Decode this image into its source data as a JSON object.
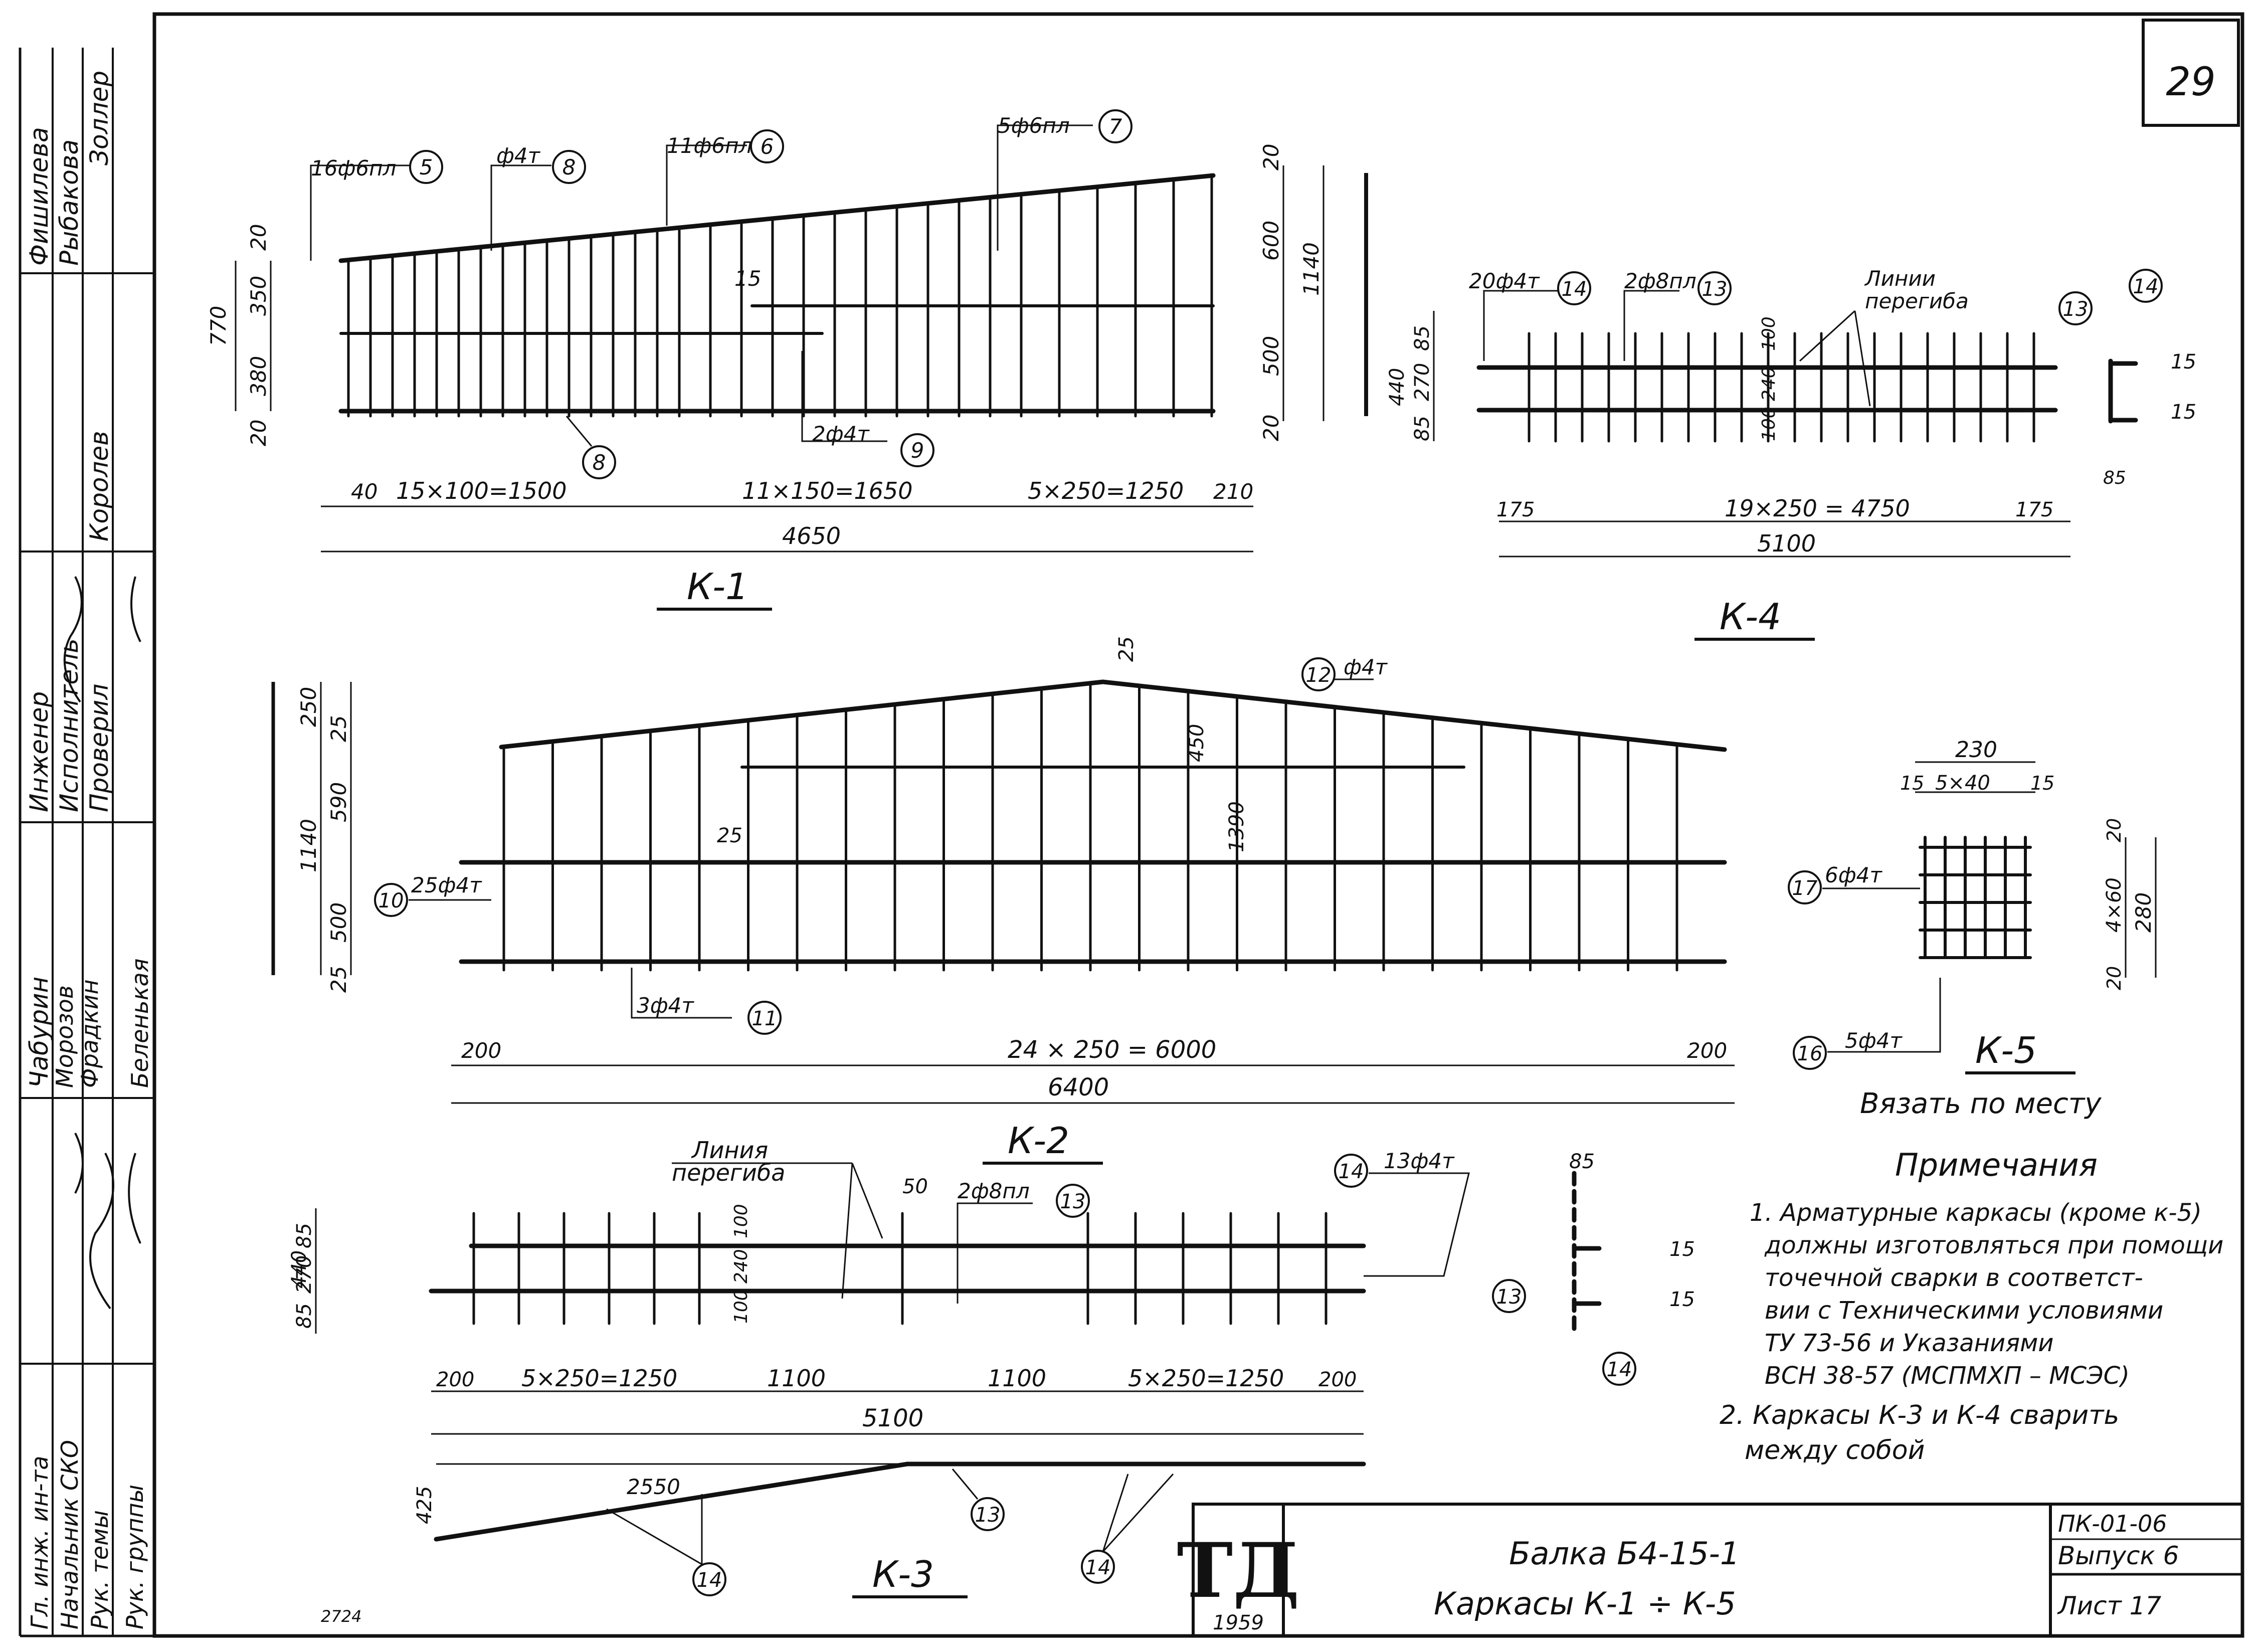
{
  "sheet_number": "29",
  "stamp": {
    "staff": [
      {
        "role": "Фишилева",
        "name": ""
      },
      {
        "role": "Рыбакова",
        "name": ""
      },
      {
        "role": "Золлер",
        "name": "Королев"
      }
    ],
    "roles_middle": [
      "Инженер",
      "Исполнитель",
      "Проверил"
    ],
    "names_middle": [
      "Чабурин",
      "Морозов",
      "Фрадкин",
      "Беленькая"
    ],
    "roles_bottom": [
      "Гл. инж. ин-та",
      "Начальник СКО",
      "Рук. темы",
      "Рук. группы"
    ]
  },
  "k1": {
    "title": "К-1",
    "callouts": [
      "16ф6пл",
      "ф4т",
      "11ф6пл",
      "5ф6пл",
      "2ф4т"
    ],
    "markers": [
      "5",
      "8",
      "6",
      "7",
      "8",
      "9"
    ],
    "left_dims": [
      "20",
      "350",
      "770",
      "380",
      "20"
    ],
    "right_dims": [
      "20",
      "600",
      "1140",
      "500",
      "20"
    ],
    "mid_dim": "15",
    "bottom_dims": [
      "40",
      "15×100=1500",
      "11×150=1650",
      "5×250=1250",
      "210"
    ],
    "total": "4650"
  },
  "k4": {
    "title": "К-4",
    "callouts": [
      "20ф4т",
      "2ф8пл",
      "Линии",
      "перегиба"
    ],
    "markers": [
      "14",
      "13",
      "13",
      "14"
    ],
    "left_dims": [
      "85",
      "270",
      "440",
      "85"
    ],
    "inner_dims": [
      "100",
      "240",
      "100"
    ],
    "detail_dims": [
      "15",
      "15",
      "85"
    ],
    "bottom_dims": [
      "175",
      "19×250 = 4750",
      "175"
    ],
    "total": "5100"
  },
  "k2": {
    "title": "К-2",
    "callouts": [
      "ф4т",
      "25ф4т",
      "3ф4т"
    ],
    "markers": [
      "12",
      "10",
      "11"
    ],
    "left_dims": [
      "250",
      "25",
      "590",
      "1140",
      "500",
      "25"
    ],
    "inner_dims": [
      "25",
      "450",
      "1390",
      "25"
    ],
    "bottom_dims": [
      "200",
      "24 × 250 = 6000",
      "200"
    ],
    "total": "6400"
  },
  "k5": {
    "title": "К-5",
    "callouts": [
      "6ф4т",
      "5ф4т"
    ],
    "markers": [
      "17",
      "16"
    ],
    "top_dims": [
      "230",
      "15",
      "5×40",
      "15"
    ],
    "right_dims": [
      "20",
      "4×60",
      "280",
      "20"
    ],
    "note": "Вязать по месту"
  },
  "k3": {
    "title": "К-3",
    "callouts": [
      "Линия",
      "перегиба",
      "2ф8пл",
      "13ф4т"
    ],
    "markers": [
      "13",
      "14",
      "13",
      "14",
      "14"
    ],
    "left_dims": [
      "85",
      "270",
      "440",
      "85"
    ],
    "inner_dims": [
      "50",
      "100",
      "240",
      "100"
    ],
    "bottom_dims": [
      "200",
      "5×250=1250",
      "1100",
      "1100",
      "5×250=1250",
      "200"
    ],
    "total": "5100",
    "bent_dims": [
      "425",
      "2550"
    ],
    "detail_dims": [
      "85",
      "15",
      "15"
    ],
    "detail_markers": [
      "13",
      "14"
    ]
  },
  "notes": {
    "heading": "Примечания",
    "lines": [
      "1. Арматурные каркасы (кроме к-5)",
      "должны изготовляться при помощи",
      "точечной сварки в соответст-",
      "вии с Техническими условиями",
      "ТУ 73-56 и Указаниями",
      "ВСН 38-57 (МСПМХП – МСЭС)",
      "2. Каркасы К-3 и К-4 сварить",
      "между собой"
    ]
  },
  "title_block": {
    "logo": "ТД",
    "year": "1959",
    "title_line1": "Балка Б4-15-1",
    "title_line2": "Каркасы  К-1 ÷ К-5",
    "code": "ПК-01-06",
    "issue": "Выпуск 6",
    "sheet": "Лист  17"
  },
  "footer_mark": "2724"
}
